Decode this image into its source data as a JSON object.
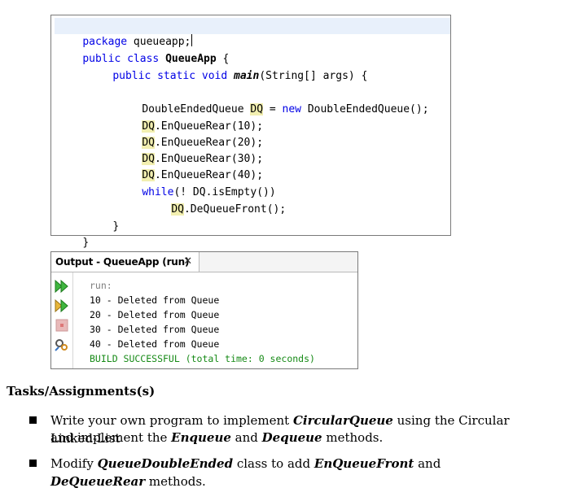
{
  "editor": {
    "line1_kw": "package",
    "line1_rest": " queueapp;",
    "line2_kw": "public class",
    "line2_class": "QueueApp",
    "line2_rest": " {",
    "line3_kw": "public static void",
    "line3_method": "main",
    "line3_rest": "(String[] args) {",
    "line4_type": "DoubleEndedQueue ",
    "line4_var": "DQ",
    "line4_eq": " = ",
    "line4_new": "new",
    "line4_rest": " DoubleEndedQueue();",
    "enq": [
      {
        "var": "DQ",
        "call": ".EnQueueRear(10);"
      },
      {
        "var": "DQ",
        "call": ".EnQueueRear(20);"
      },
      {
        "var": "DQ",
        "call": ".EnQueueRear(30);"
      },
      {
        "var": "DQ",
        "call": ".EnQueueRear(40);"
      }
    ],
    "while_kw": "while",
    "while_rest": "(! DQ.isEmpty())",
    "deq_var": "DQ",
    "deq_call": ".DeQueueFront();",
    "close_inner": "}",
    "close_outer": "}"
  },
  "output": {
    "tab_label": "Output - QueueApp (run)",
    "tab_close": "✕",
    "lines": {
      "run": "run:",
      "l1": "10 - Deleted from Queue",
      "l2": "20 - Deleted from Queue",
      "l3": "30 - Deleted from Queue",
      "l4": "40 - Deleted from Queue",
      "build": "BUILD SUCCESSFUL (total time: 0 seconds)"
    },
    "side_icons": [
      "rerun-icon",
      "rerun-with-icon",
      "stop-icon",
      "settings-icon"
    ]
  },
  "tasks": {
    "title": "Tasks/Assignments(s)",
    "item1": {
      "pre": "Write your own program to implement ",
      "em1": "CircularQueue",
      "mid": " using the Circular Linked-List",
      "line2_pre": "and implement the ",
      "em2": "Enqueue",
      "and": " and ",
      "em3": "Dequeue",
      "post": " methods."
    },
    "item2": {
      "pre": "Modify ",
      "em1": "QueueDoubleEnded",
      "mid": " class to add ",
      "em2": "EnQueueFront",
      "and": " and ",
      "em3": "DeQueueRear",
      "post": " methods."
    }
  },
  "colors": {
    "keyword": "#0000e6",
    "highlight": "#f2efb0",
    "current_line": "#e8f0fb",
    "build_success": "#168a16"
  }
}
